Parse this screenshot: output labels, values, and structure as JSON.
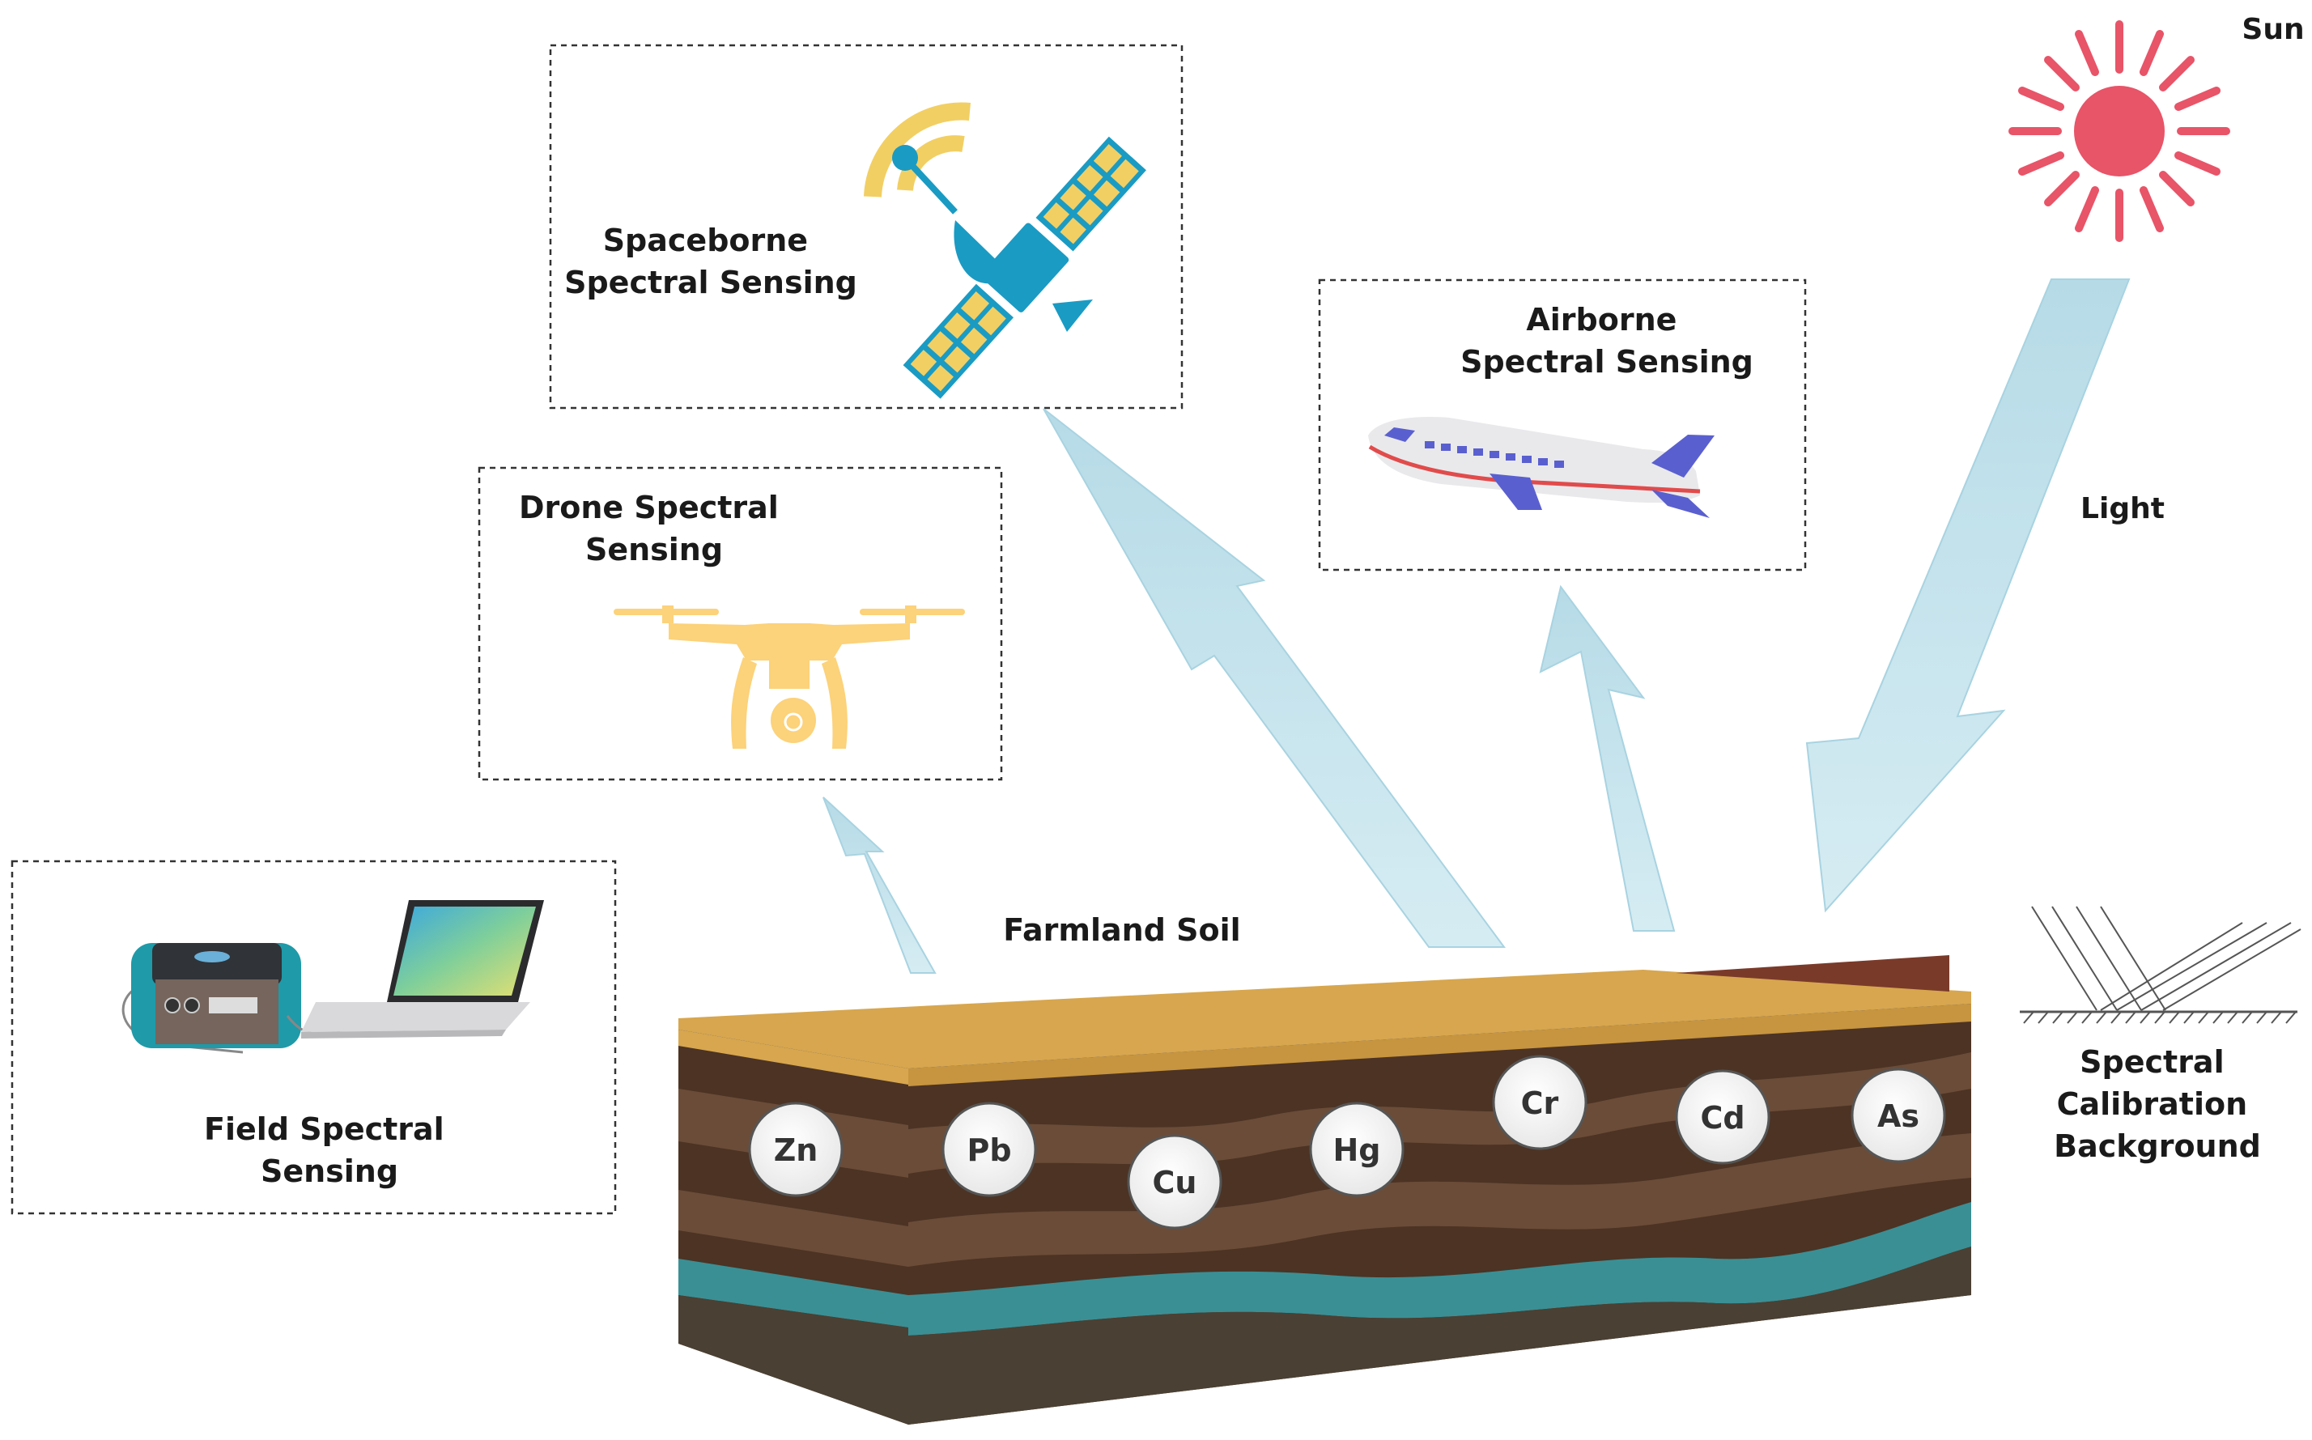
{
  "labels": {
    "sun": "Sun",
    "light": "Light",
    "spaceborne": [
      "Spaceborne",
      "Spectral Sensing"
    ],
    "airborne": [
      "Airborne",
      "Spectral Sensing"
    ],
    "drone": [
      "Drone Spectral",
      "Sensing"
    ],
    "field": [
      "Field Spectral",
      "Sensing"
    ],
    "farmland": "Farmland Soil",
    "calibration": [
      "Spectral",
      "Calibration",
      "Background"
    ]
  },
  "elements": [
    "Zn",
    "Pb",
    "Cu",
    "Hg",
    "Cr",
    "Cd",
    "As"
  ],
  "icons": {
    "spaceborne": "satellite-icon",
    "airborne": "airplane-icon",
    "drone": "drone-icon",
    "field_spectrometer": "spectrometer-icon",
    "field_laptop": "laptop-icon",
    "sun": "sun-icon",
    "calibration": "reflectance-panel-icon"
  },
  "colors": {
    "arrow": "#bfe0ea",
    "arrow_edge": "#9fcfdf",
    "sun": "#e85468",
    "satellite_body": "#1a9bc4",
    "satellite_panels": "#f2cf63",
    "drone": "#fcd27a",
    "airplane_body": "#e9e9ec",
    "airplane_accent": "#5a5fcf",
    "airplane_stripe": "#e14b4b",
    "topsoil": "#d7a64e",
    "soil_dark": "#4c3324",
    "soil_mid": "#6b4c38",
    "water": "#3a8f94"
  }
}
